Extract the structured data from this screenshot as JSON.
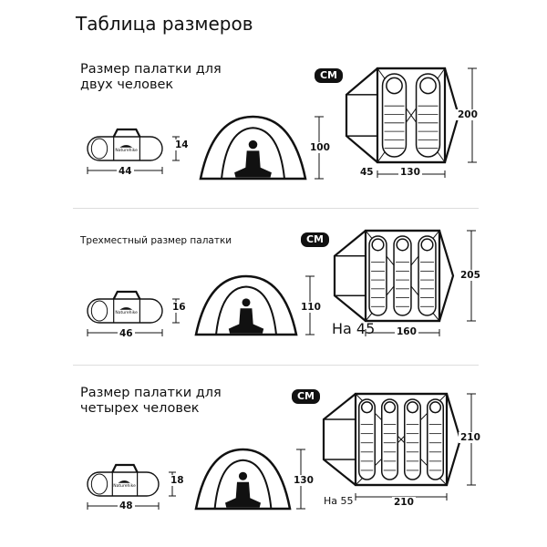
{
  "title": "Таблица размеров",
  "unit_badge": "CM",
  "sections": [
    {
      "heading": "Размер палатки для двух человек",
      "heading_lines": [
        "Размер палатки для",
        "двух человек"
      ],
      "bag_height": "14",
      "bag_length": "44",
      "tent_height": "100",
      "floor_depth": "200",
      "vestibule": "45",
      "floor_width": "130",
      "sleeping_bags": 2
    },
    {
      "heading": "Трехместный размер палатки",
      "heading_lines": [
        "Трехместный размер палатки"
      ],
      "bag_height": "16",
      "bag_length": "46",
      "tent_height": "110",
      "floor_depth": "205",
      "vestibule": "На 45",
      "floor_width": "160",
      "sleeping_bags": 3
    },
    {
      "heading": "Размер палатки для четырех человек",
      "heading_lines": [
        "Размер палатки для",
        "четырех человек"
      ],
      "bag_height": "18",
      "bag_length": "48",
      "tent_height": "130",
      "floor_depth": "210",
      "vestibule": "На 55",
      "floor_width": "210",
      "sleeping_bags": 4
    }
  ],
  "brand_logo_text": "Naturehike",
  "colors": {
    "ink": "#111111",
    "badge_bg": "#111111",
    "badge_text": "#ffffff",
    "divider": "#dddddd"
  }
}
